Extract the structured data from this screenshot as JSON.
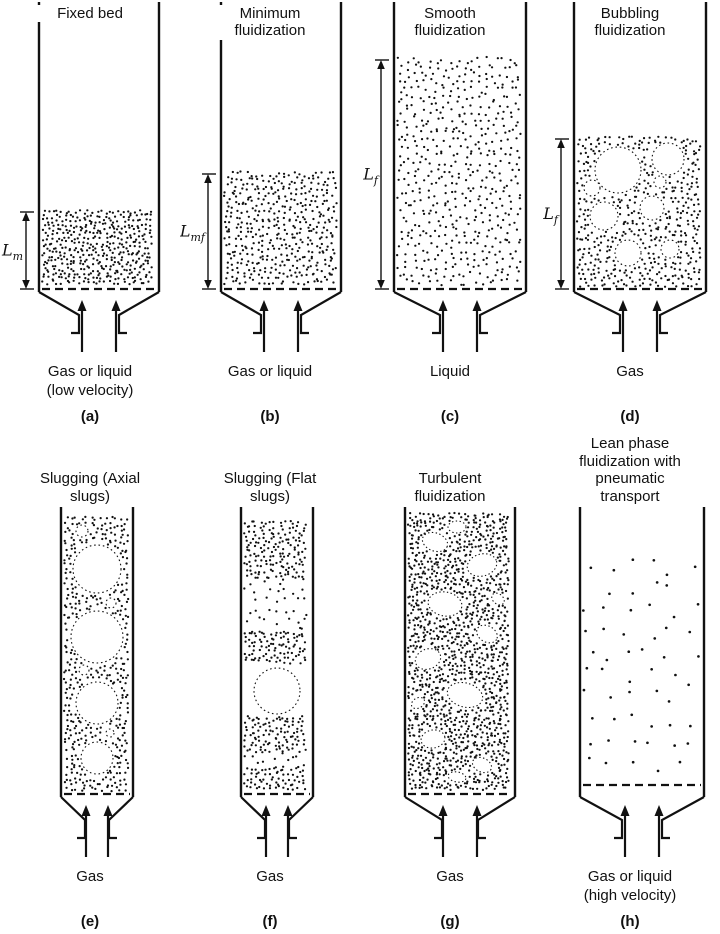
{
  "colors": {
    "ink": "#111111",
    "background": "#ffffff"
  },
  "panels": [
    {
      "title": "Fixed bed",
      "regime": "packed",
      "measure": {
        "symbol": "L",
        "sub": "m"
      },
      "inlet": [
        "Gas or liquid",
        "(low velocity)"
      ],
      "caption": "(a)"
    },
    {
      "title": "Minimum fluidization",
      "regime": "minimum-fluidization",
      "measure": {
        "symbol": "L",
        "sub": "mf"
      },
      "inlet": [
        "Gas or liquid"
      ],
      "caption": "(b)"
    },
    {
      "title": "Smooth fluidization",
      "regime": "smooth",
      "measure": {
        "symbol": "L",
        "sub": "f"
      },
      "inlet": [
        "Liquid"
      ],
      "caption": "(c)"
    },
    {
      "title": "Bubbling fluidization",
      "regime": "bubbling",
      "measure": {
        "symbol": "L",
        "sub": "f"
      },
      "inlet": [
        "Gas"
      ],
      "caption": "(d)"
    },
    {
      "title": "Slugging (Axial slugs)",
      "regime": "axial-slugs",
      "inlet": [
        "Gas"
      ],
      "caption": "(e)"
    },
    {
      "title": "Slugging (Flat slugs)",
      "regime": "flat-slugs",
      "inlet": [
        "Gas"
      ],
      "caption": "(f)"
    },
    {
      "title": "Turbulent fluidization",
      "regime": "turbulent",
      "inlet": [
        "Gas"
      ],
      "caption": "(g)"
    },
    {
      "title": "Lean phase fluidization with pneumatic transport",
      "regime": "lean-phase",
      "inlet": [
        "Gas or liquid",
        "(high velocity)"
      ],
      "caption": "(h)"
    }
  ]
}
